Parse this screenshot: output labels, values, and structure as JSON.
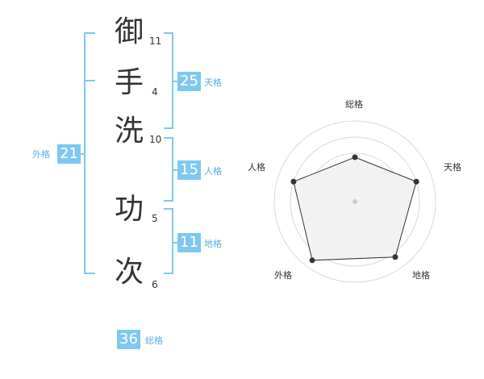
{
  "name": {
    "chars": [
      {
        "char": "御",
        "strokes": "11"
      },
      {
        "char": "手",
        "strokes": "4"
      },
      {
        "char": "洗",
        "strokes": "10"
      },
      {
        "char": "功",
        "strokes": "5"
      },
      {
        "char": "次",
        "strokes": "6"
      }
    ]
  },
  "kakusu": {
    "tenkaku": {
      "value": "25",
      "label": "天格"
    },
    "jinkaku": {
      "value": "15",
      "label": "人格"
    },
    "chikaku": {
      "value": "11",
      "label": "地格"
    },
    "gaikaku": {
      "value": "21",
      "label": "外格"
    },
    "soukaku": {
      "value": "36",
      "label": "総格"
    }
  },
  "radar": {
    "labels": {
      "top": "総格",
      "right": "天格",
      "bottom_right": "地格",
      "bottom_left": "外格",
      "left": "人格"
    },
    "levels": {
      "soukaku": 0.55,
      "tenkaku": 0.8,
      "chikaku": 0.85,
      "gaikaku": 0.9,
      "jinkaku": 0.8
    }
  },
  "colors": {
    "accent": "#7ec8f0",
    "accent_text": "#5aaee0",
    "text": "#333333"
  }
}
